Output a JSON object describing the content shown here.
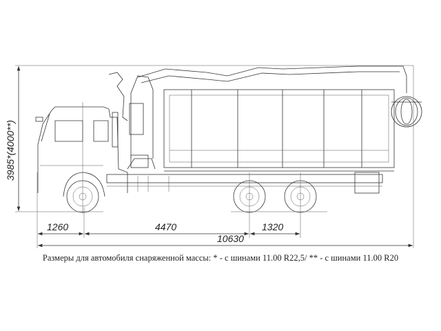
{
  "dimensions": {
    "height": "3985*(4000**)",
    "front_overhang": "1260",
    "wheelbase": "4470",
    "bogie": "1320",
    "overall_length": "10630"
  },
  "caption": "Размеры для автомобиля снаряженной массы: * - с шинами 11.00 R22,5/ ** - с шинами 11.00 R20"
}
